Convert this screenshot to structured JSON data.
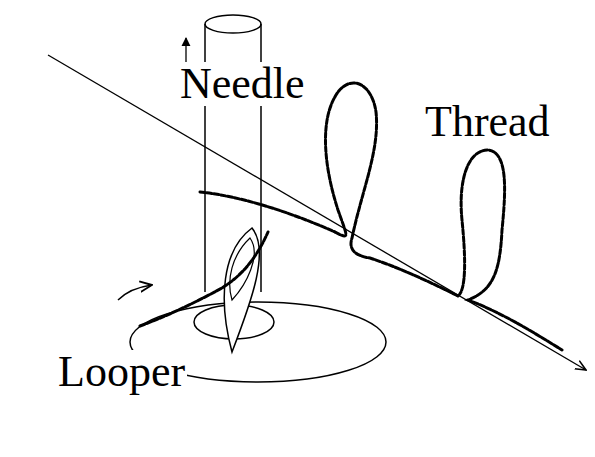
{
  "diagram": {
    "labels": [
      "Needle",
      "Thread",
      "Looper"
    ]
  }
}
